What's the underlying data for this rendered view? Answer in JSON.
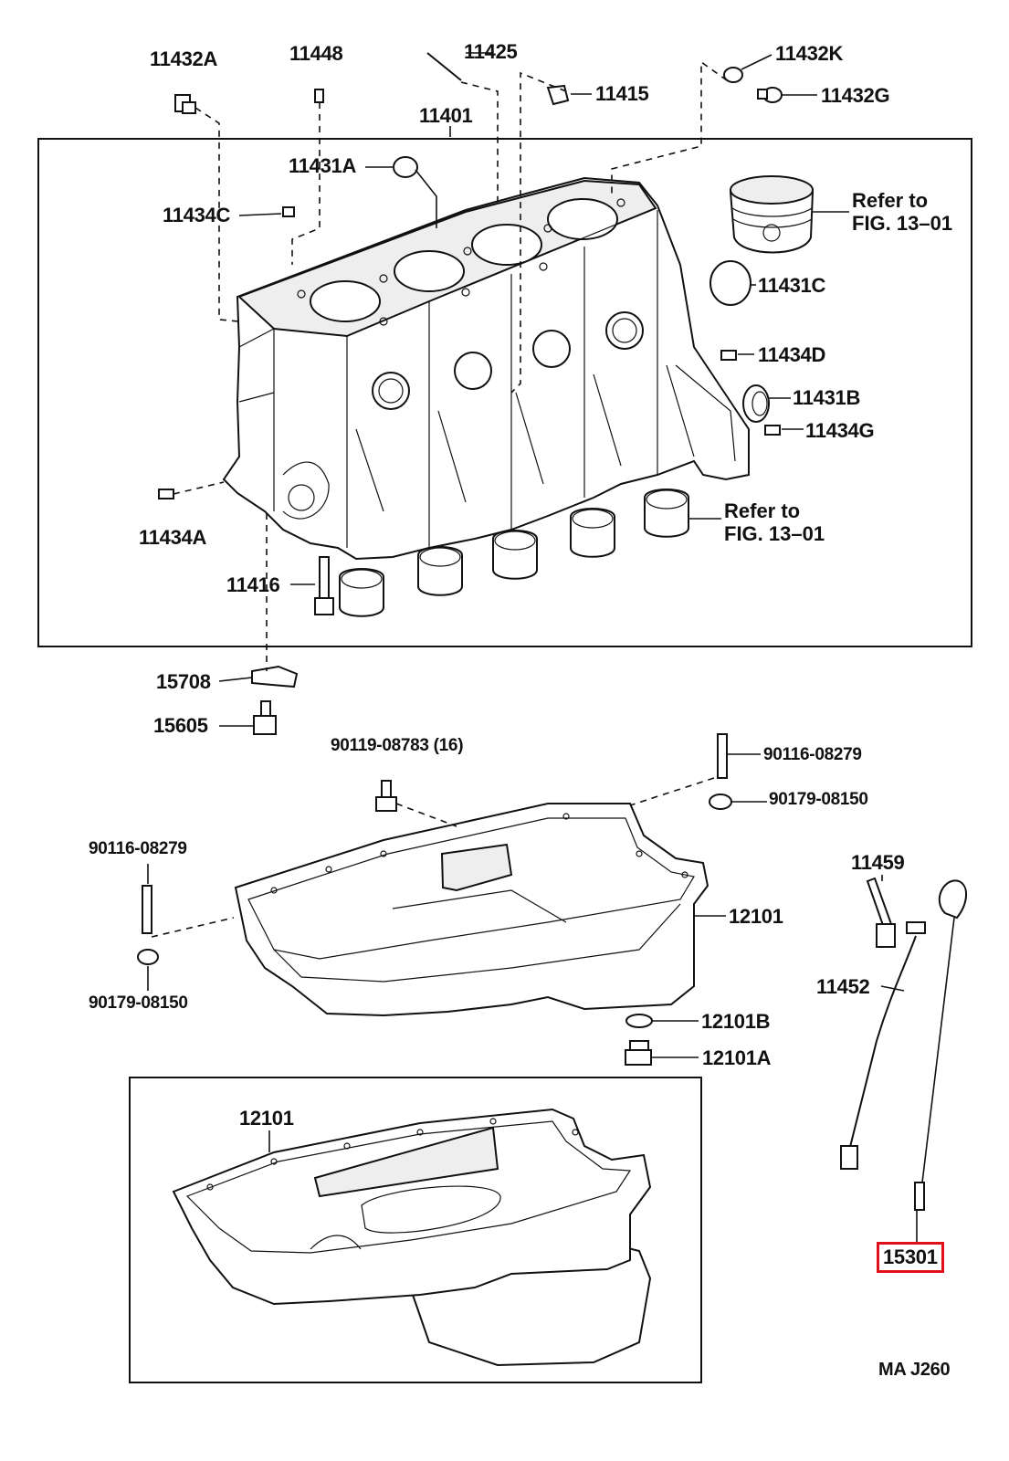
{
  "diagram": {
    "drawing_code": "MA J260",
    "highlight_color": "#e0101a",
    "highlighted_part": "15301",
    "parts": {
      "p11432A": "11432A",
      "p11448": "11448",
      "p11425": "11425",
      "p11432K": "11432K",
      "p11415": "11415",
      "p11432G": "11432G",
      "p11401": "11401",
      "p11431A": "11431A",
      "p11434C": "11434C",
      "p11431C": "11431C",
      "p11434D": "11434D",
      "p11431B": "11431B",
      "p11434G": "11434G",
      "p11434A": "11434A",
      "p11416": "11416",
      "p15708": "15708",
      "p15605": "15605",
      "p90119_08783": "90119-08783 (16)",
      "p90116_08279_right": "90116-08279",
      "p90179_08150_right": "90179-08150",
      "p90116_08279_left": "90116-08279",
      "p90179_08150_left": "90179-08150",
      "p11459": "11459",
      "p12101_upper": "12101",
      "p11452": "11452",
      "p12101B": "12101B",
      "p12101A": "12101A",
      "p12101_lower": "12101",
      "p15301": "15301"
    },
    "references": {
      "piston_ref_line1": "Refer to",
      "piston_ref_line2": "FIG. 13–01",
      "bearing_ref_line1": "Refer to",
      "bearing_ref_line2": "FIG. 13–01"
    }
  }
}
